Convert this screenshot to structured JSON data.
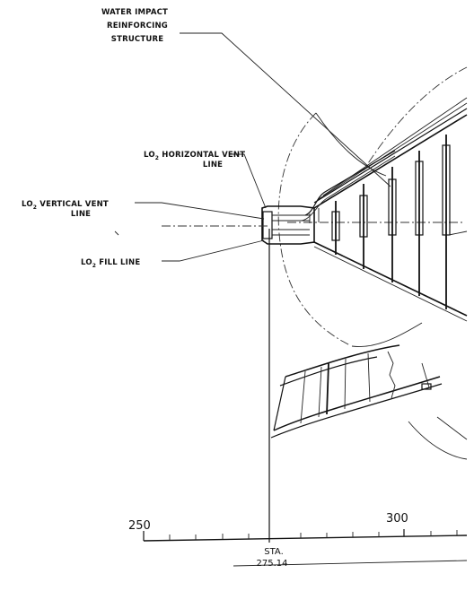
{
  "labels": {
    "water_impact_1": "WATER IMPACT",
    "water_impact_2": "REINFORCING",
    "water_impact_3": "STRUCTURE",
    "horiz_vent_a": "LO",
    "horiz_vent_sub": "2",
    "horiz_vent_b": " HORIZONTAL VENT",
    "horiz_vent_2": "LINE",
    "vert_vent_a": "LO",
    "vert_vent_sub": "2",
    "vert_vent_b": " VERTICAL VENT",
    "vert_vent_2": "LINE",
    "fill_a": "LO",
    "fill_sub": "2",
    "fill_b": " FILL LINE"
  },
  "scale": {
    "tick_250": "250",
    "tick_300": "300",
    "sta_label": "STA.",
    "sta_value": "275.14"
  }
}
